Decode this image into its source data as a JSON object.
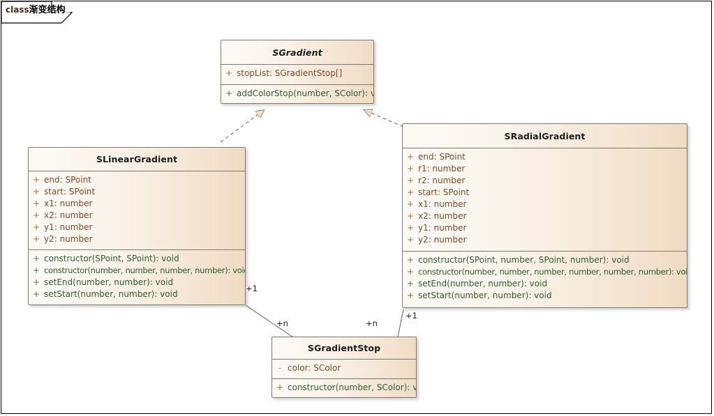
{
  "frame": {
    "keyword": "class",
    "name": "渐变结构"
  },
  "classes": [
    {
      "id": "sgradient",
      "name": "SGradient",
      "abstract": true,
      "attributes": [
        {
          "visibility": "+",
          "text": "stopList: SGradientStop[]"
        }
      ],
      "methods": [
        {
          "visibility": "+",
          "text": "addColorStop(number, SColor): void"
        }
      ]
    },
    {
      "id": "slineargradient",
      "name": "SLinearGradient",
      "abstract": false,
      "attributes": [
        {
          "visibility": "+",
          "text": "end: SPoint"
        },
        {
          "visibility": "+",
          "text": "start: SPoint"
        },
        {
          "visibility": "+",
          "text": "x1: number"
        },
        {
          "visibility": "+",
          "text": "x2: number"
        },
        {
          "visibility": "+",
          "text": "y1: number"
        },
        {
          "visibility": "+",
          "text": "y2: number"
        }
      ],
      "methods": [
        {
          "visibility": "+",
          "text": "constructor(SPoint, SPoint): void"
        },
        {
          "visibility": "+",
          "text": "constructor(number, number, number, number): void"
        },
        {
          "visibility": "+",
          "text": "setEnd(number, number): void"
        },
        {
          "visibility": "+",
          "text": "setStart(number, number): void"
        }
      ]
    },
    {
      "id": "sradialgradient",
      "name": "SRadialGradient",
      "abstract": false,
      "attributes": [
        {
          "visibility": "+",
          "text": "end: SPoint"
        },
        {
          "visibility": "+",
          "text": "r1: number"
        },
        {
          "visibility": "+",
          "text": "r2: number"
        },
        {
          "visibility": "+",
          "text": "start: SPoint"
        },
        {
          "visibility": "+",
          "text": "x1: number"
        },
        {
          "visibility": "+",
          "text": "x2: number"
        },
        {
          "visibility": "+",
          "text": "y1: number"
        },
        {
          "visibility": "+",
          "text": "y2: number"
        }
      ],
      "methods": [
        {
          "visibility": "+",
          "text": "constructor(SPoint, number, SPoint, number): void"
        },
        {
          "visibility": "+",
          "text": "constructor(number, number, number, number, number, number): void"
        },
        {
          "visibility": "+",
          "text": "setEnd(number, number): void"
        },
        {
          "visibility": "+",
          "text": "setStart(number, number): void"
        }
      ]
    },
    {
      "id": "sgradientstop",
      "name": "SGradientStop",
      "abstract": false,
      "attributes": [
        {
          "visibility": "-",
          "text": "color: SColor"
        }
      ],
      "methods": [
        {
          "visibility": "+",
          "text": "constructor(number, SColor): void"
        }
      ]
    }
  ],
  "relations": [
    {
      "id": "rel-linear-realize",
      "type": "realization",
      "from": "SLinearGradient",
      "to": "SGradient"
    },
    {
      "id": "rel-radial-realize",
      "type": "realization",
      "from": "SRadialGradient",
      "to": "SGradient"
    },
    {
      "id": "rel-linear-stop",
      "type": "association",
      "from": "SLinearGradient",
      "to": "SGradientStop",
      "source_multiplicity": "+1",
      "target_multiplicity": "+n"
    },
    {
      "id": "rel-radial-stop",
      "type": "association",
      "from": "SRadialGradient",
      "to": "SGradientStop",
      "source_multiplicity": "+1",
      "target_multiplicity": "+n"
    }
  ],
  "multiplicity_labels": {
    "linear_one": "+1",
    "linear_n": "+n",
    "radial_n": "+n",
    "radial_one": "+1"
  },
  "colors": {
    "box_border": "#7a7a6e",
    "box_fill_light": "#fdfaf6",
    "box_fill_dark": "#f0dcc4",
    "attribute_text": "#7a4a2a",
    "method_text": "#2f5c34",
    "arrow_fill": "#f5dfc0",
    "frame_border": "#000000"
  }
}
